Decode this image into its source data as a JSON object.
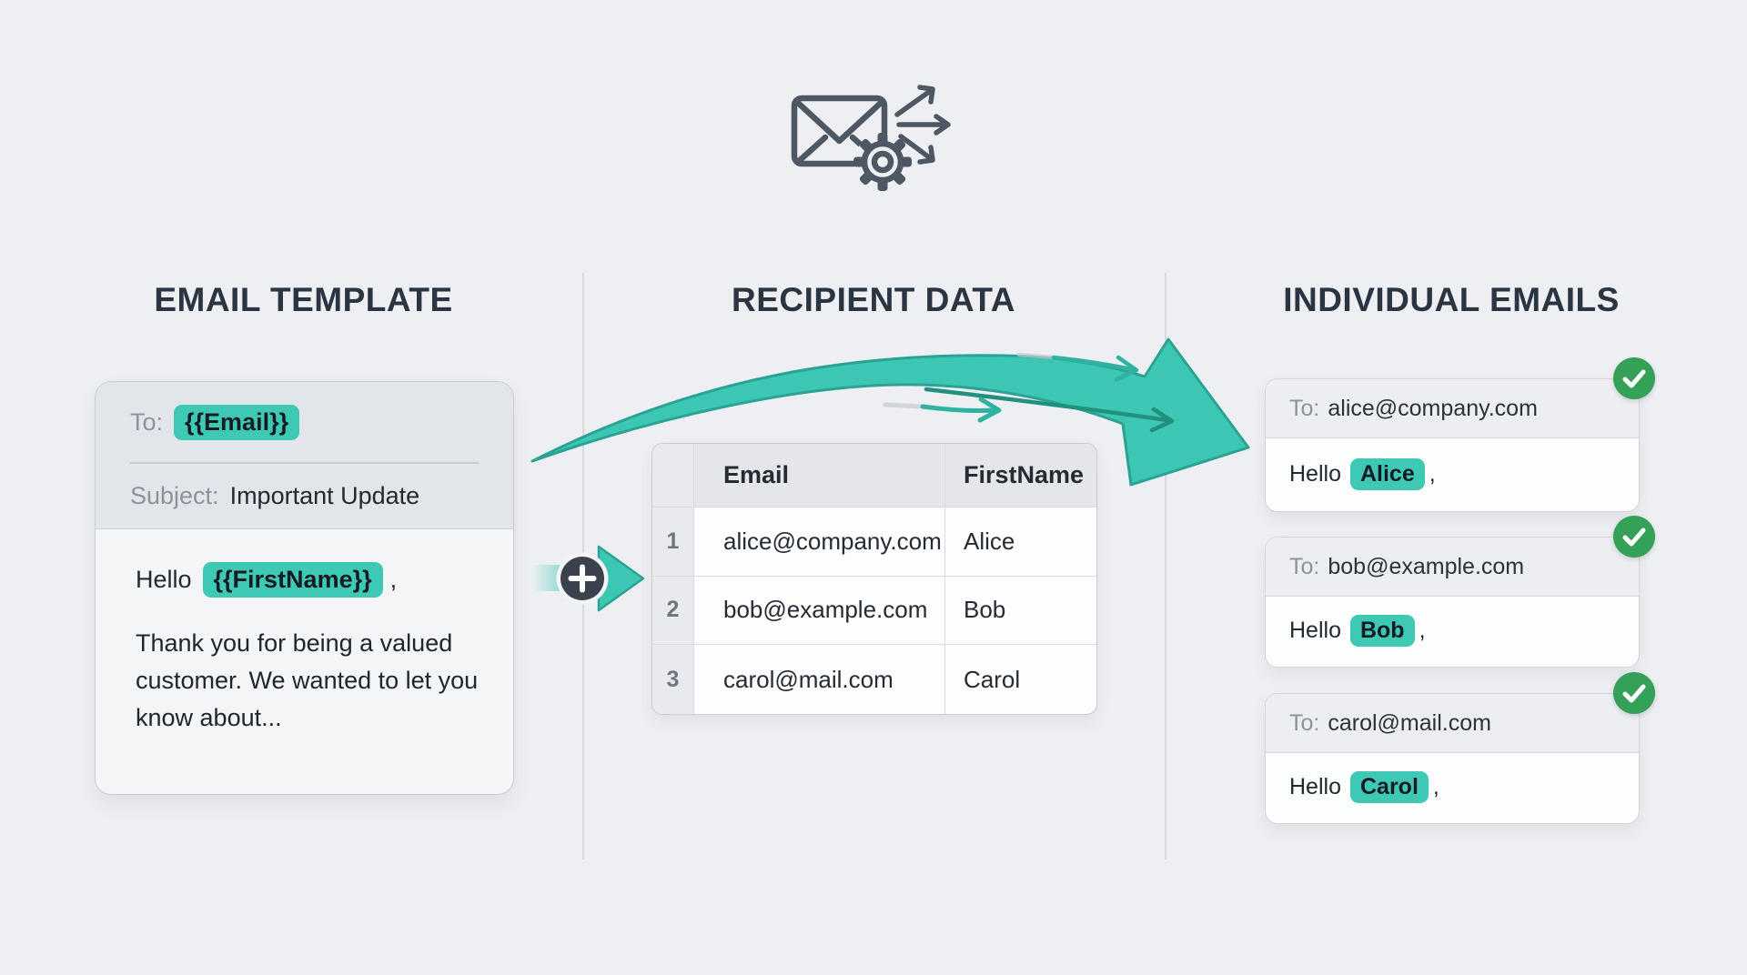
{
  "colors": {
    "background": "#edeff2",
    "accent_teal": "#3cc7b2",
    "accent_teal_dark": "#2ba394",
    "heading": "#2a3442",
    "label_gray": "#8b939c",
    "success_green": "#35a158",
    "badge_dark": "#39424d"
  },
  "hero_icon": {
    "label": "mail-merge-icon"
  },
  "sections": {
    "template": {
      "heading": "EMAIL TEMPLATE",
      "card": {
        "to_label": "To:",
        "to_token": "{{Email}}",
        "subject_label": "Subject:",
        "subject_value": "Important Update",
        "greeting_prefix": "Hello",
        "greeting_token": "{{FirstName}}",
        "greeting_suffix": ",",
        "body_text": "Thank you for being a valued customer. We wanted to let you know about..."
      }
    },
    "recipients": {
      "heading": "RECIPIENT DATA",
      "table": {
        "headers": {
          "email": "Email",
          "first_name": "FirstName"
        },
        "rows": [
          {
            "num": "1",
            "email": "alice@company.com",
            "first_name": "Alice"
          },
          {
            "num": "2",
            "email": "bob@example.com",
            "first_name": "Bob"
          },
          {
            "num": "3",
            "email": "carol@mail.com",
            "first_name": "Carol"
          }
        ]
      }
    },
    "outputs": {
      "heading": "INDIVIDUAL EMAILS",
      "emails": [
        {
          "to_label": "To:",
          "to_value": "alice@company.com",
          "greeting_prefix": "Hello",
          "name": "Alice",
          "greeting_suffix": ","
        },
        {
          "to_label": "To:",
          "to_value": "bob@example.com",
          "greeting_prefix": "Hello",
          "name": "Bob",
          "greeting_suffix": ","
        },
        {
          "to_label": "To:",
          "to_value": "carol@mail.com",
          "greeting_prefix": "Hello",
          "name": "Carol",
          "greeting_suffix": ","
        }
      ]
    }
  }
}
